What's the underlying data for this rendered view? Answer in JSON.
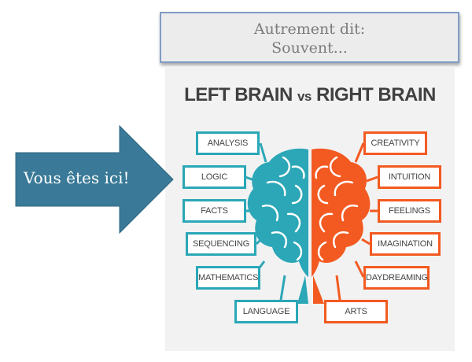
{
  "callout": {
    "line1": "Autrement dit:",
    "line2": "Souvent..."
  },
  "arrow": {
    "label": "Vous êtes ici!",
    "color": "#3a7a98"
  },
  "diagram": {
    "title_left": "LEFT BRAIN",
    "title_vs": "vs",
    "title_right": "RIGHT BRAIN",
    "left_color": "#2ba7b7",
    "right_color": "#f35a21",
    "left_items": [
      "ANALYSIS",
      "LOGIC",
      "FACTS",
      "SEQUENCING",
      "MATHEMATICS",
      "LANGUAGE"
    ],
    "right_items": [
      "CREATIVITY",
      "INTUITION",
      "FEELINGS",
      "IMAGINATION",
      "DAYDREAMING",
      "ARTS"
    ]
  }
}
